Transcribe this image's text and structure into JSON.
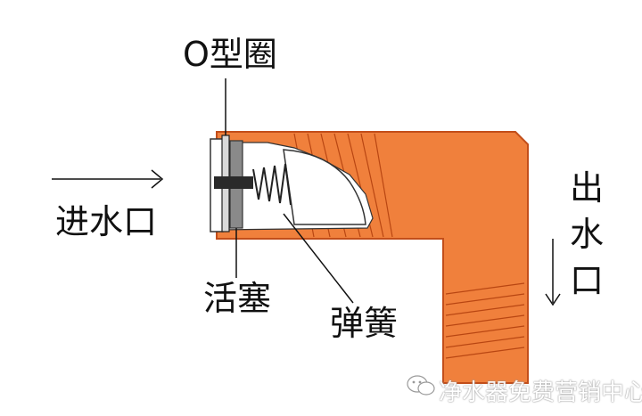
{
  "labels": {
    "o_ring": "O型圈",
    "inlet": "进水口",
    "outlet": "出水口",
    "piston": "活塞",
    "spring": "弹簧"
  },
  "watermark": {
    "text": "净水器免费营销中心",
    "icon": "wechat-icon"
  },
  "colors": {
    "body": "#F0803C",
    "body_dark": "#C24E1A",
    "outline": "#222222",
    "piston": "#8A8A8A",
    "text": "#111111"
  }
}
